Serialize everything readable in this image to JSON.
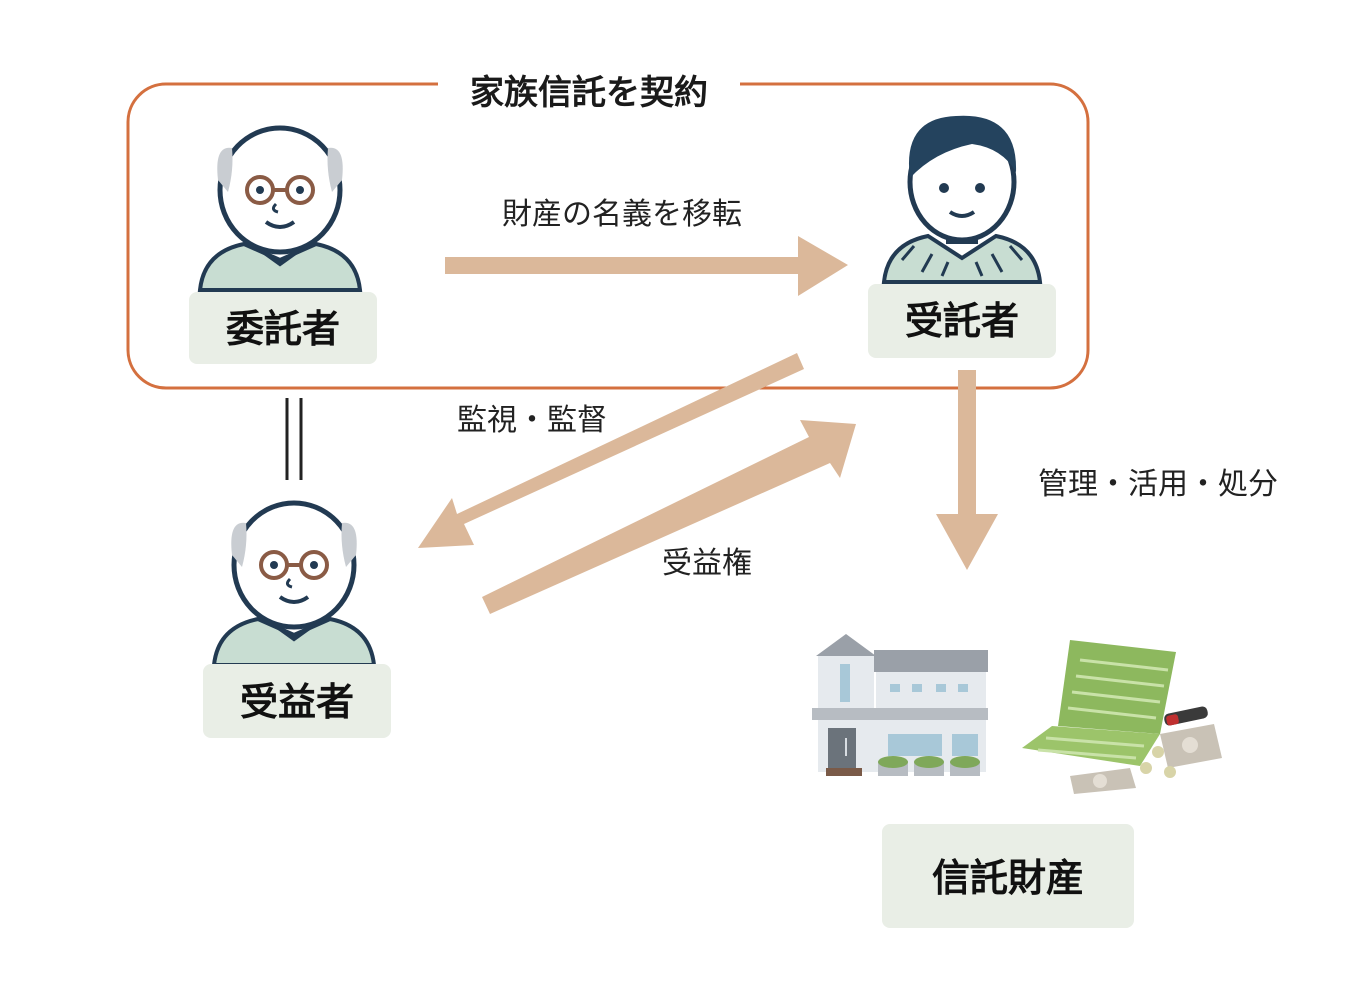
{
  "contract": {
    "title": "家族信託を契約"
  },
  "roles": {
    "settlor": "委託者",
    "trustee": "受託者",
    "beneficiary": "受益者",
    "property": "信託財産"
  },
  "flows": {
    "transfer_title": "財産の名義を移転",
    "supervision": "監視・監督",
    "beneficial_interest": "受益権",
    "manage": "管理・活用・処分"
  },
  "equals_mark": "||",
  "colors": {
    "contract_border": "#d4703f",
    "contract_title": "#d4703f",
    "arrow": "#dbb89a",
    "label_box": "#e9eee6",
    "shirt": "#c8ddd2",
    "outline": "#223a52",
    "hair_trustee": "#24435e"
  },
  "icons": {
    "settlor": "elderly-man-icon",
    "trustee": "young-man-icon",
    "beneficiary": "elderly-man-icon",
    "house": "house-icon",
    "bankbook": "bankbook-cash-icon"
  }
}
